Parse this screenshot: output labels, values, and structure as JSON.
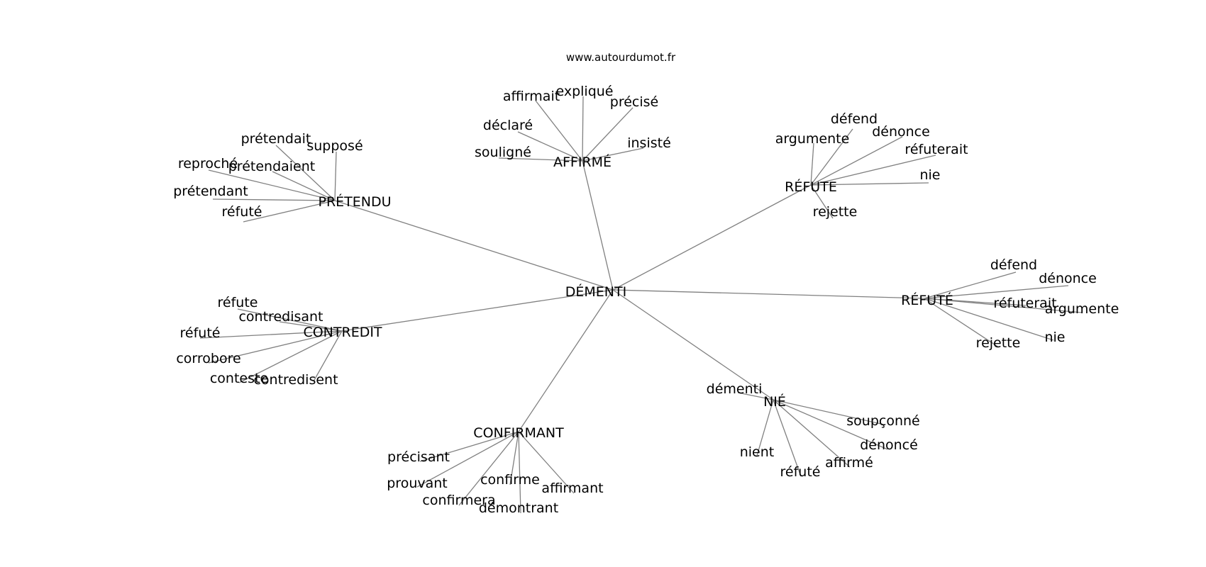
{
  "site": "www.autourdumot.fr",
  "center": "DÉMENTI",
  "groups": [
    {
      "label": "AFFIRMÉ",
      "leaves": [
        "affirmait",
        "expliqué",
        "précisé",
        "déclaré",
        "insisté",
        "souligné"
      ]
    },
    {
      "label": "PRÉTENDU",
      "leaves": [
        "prétendait",
        "supposé",
        "reproché",
        "prétendaient",
        "prétendant",
        "réfuté"
      ]
    },
    {
      "label": "RÉFUTE",
      "leaves": [
        "défend",
        "argumente",
        "dénonce",
        "réfuterait",
        "nie",
        "rejette"
      ]
    },
    {
      "label": "RÉFUTÉ",
      "leaves": [
        "défend",
        "dénonce",
        "réfuterait",
        "argumente",
        "nie",
        "rejette"
      ]
    },
    {
      "label": "CONTREDIT",
      "leaves": [
        "réfute",
        "contredisant",
        "réfuté",
        "corrobore",
        "conteste",
        "contredisent"
      ]
    },
    {
      "label": "NIÉ",
      "leaves": [
        "démenti",
        "soupçonné",
        "dénoncé",
        "affirmé",
        "nient",
        "réfuté"
      ]
    },
    {
      "label": "CONFIRMANT",
      "leaves": [
        "précisant",
        "prouvant",
        "confirme",
        "affirmant",
        "confirmera",
        "démontrant"
      ]
    }
  ]
}
